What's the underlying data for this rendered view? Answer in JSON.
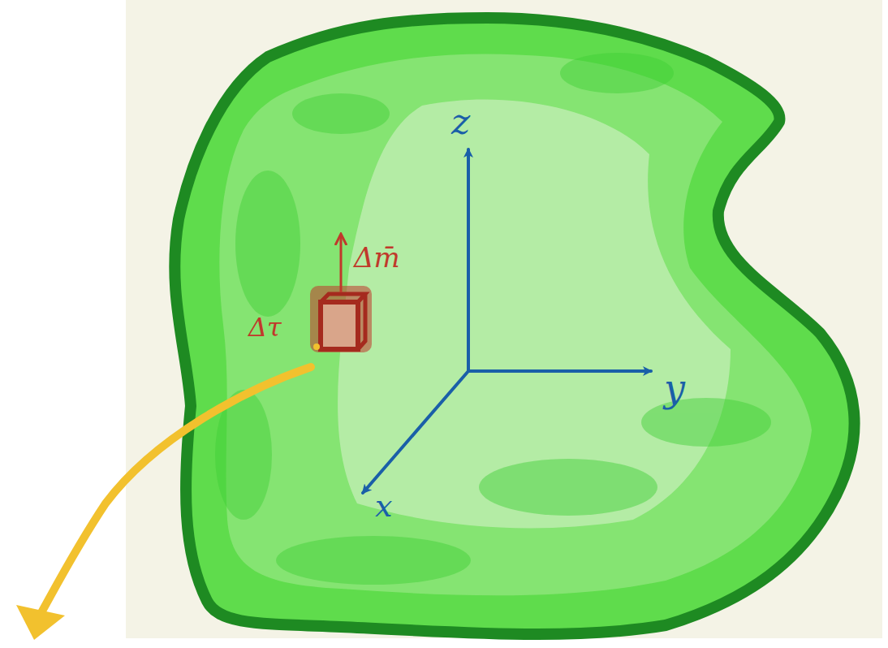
{
  "diagram": {
    "labels": [
      "z",
      "y",
      "x",
      "Δm̄",
      "Δτ"
    ]
  }
}
